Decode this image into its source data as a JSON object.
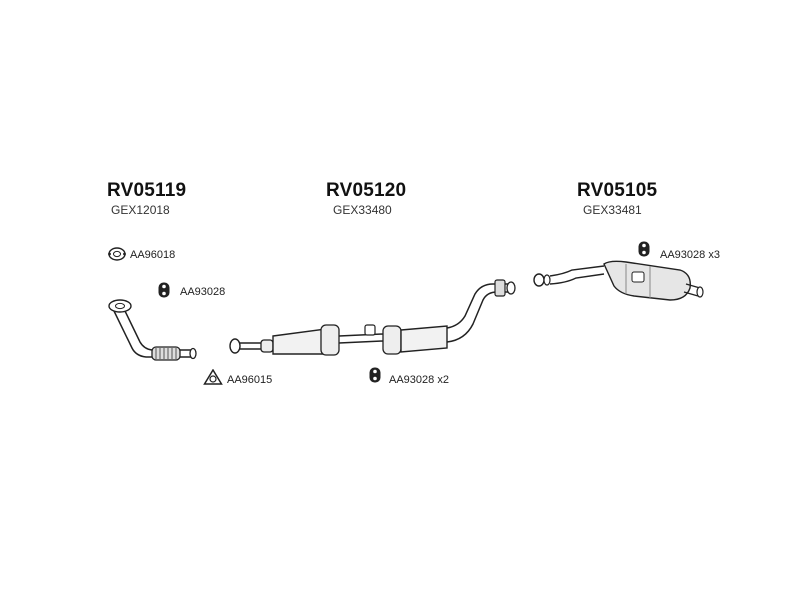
{
  "groups": [
    {
      "code": "RV05119",
      "ref": "GEX12018"
    },
    {
      "code": "RV05120",
      "ref": "GEX33480"
    },
    {
      "code": "RV05105",
      "ref": "GEX33481"
    }
  ],
  "parts": [
    {
      "label": "AA96018",
      "icon": "gasket-ring-icon"
    },
    {
      "label": "AA93028",
      "icon": "rubber-hanger-icon"
    },
    {
      "label": "AA96015",
      "icon": "flange-gasket-icon"
    },
    {
      "label": "AA93028 x2",
      "icon": "rubber-hanger-icon"
    },
    {
      "label": "AA93028 x3",
      "icon": "rubber-hanger-icon"
    }
  ]
}
